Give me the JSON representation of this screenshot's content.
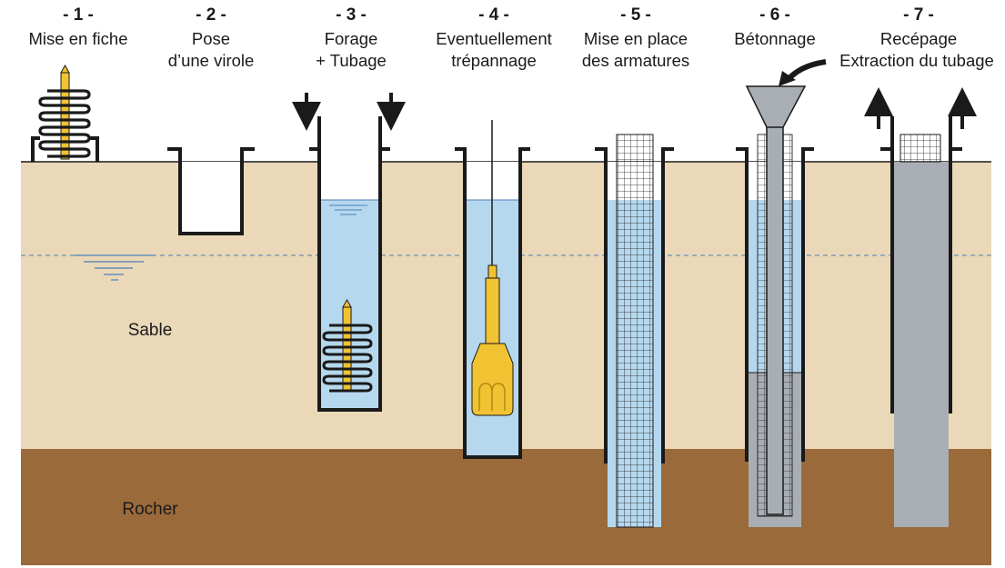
{
  "steps": [
    {
      "number": "- 1 -",
      "lines": [
        "Mise en fiche"
      ]
    },
    {
      "number": "- 2 -",
      "lines": [
        "Pose",
        "d’une virole"
      ]
    },
    {
      "number": "- 3 -",
      "lines": [
        "Forage",
        "+ Tubage"
      ]
    },
    {
      "number": "- 4 -",
      "lines": [
        "Eventuellement",
        "trépannage"
      ]
    },
    {
      "number": "- 5 -",
      "lines": [
        "Mise en place",
        "des armatures"
      ]
    },
    {
      "number": "- 6 -",
      "lines": [
        "Bétonnage"
      ]
    },
    {
      "number": "- 7 -",
      "lines": [
        "Recépage",
        "Extraction du tubage"
      ]
    }
  ],
  "layers": {
    "sand": "Sable",
    "rock": "Rocher"
  },
  "colors": {
    "sand": "#ead8b8",
    "rock": "#9b6a3a",
    "water": "#b6d8ee",
    "concrete": "#a8aeb4",
    "tool": "#f1c232",
    "line": "#1a1a1a"
  }
}
